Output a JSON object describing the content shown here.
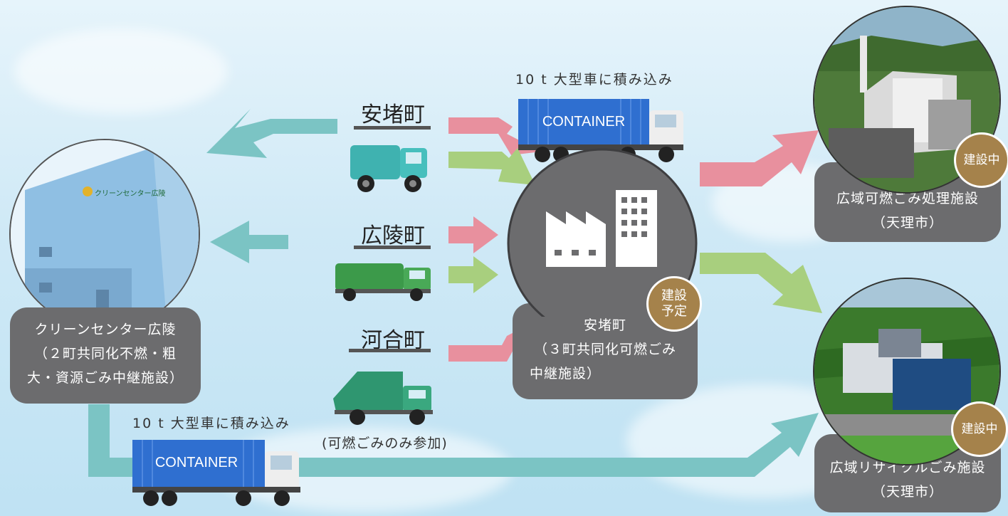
{
  "towns": [
    "安堵町",
    "広陵町",
    "河合町"
  ],
  "left_facility": {
    "lines": [
      "クリーンセンター広陵",
      "（２町共同化不燃・粗",
      "大・資源ごみ中継施設）"
    ],
    "sign_text": "クリーンセンター広陵"
  },
  "center_facility": {
    "lines": [
      "安堵町",
      "（３町共同化可燃ごみ",
      "中継施設）"
    ],
    "badge": [
      "建設",
      "予定"
    ]
  },
  "right_top_facility": {
    "name": "広域可燃ごみ処理施設",
    "city": "（天理市）",
    "badge": "建設中"
  },
  "right_bottom_facility": {
    "name": "広域リサイクルごみ施設",
    "city": "（天理市）",
    "badge": "建設中"
  },
  "truck_caption_top": "10 t 大型車に積み込み",
  "truck_caption_bottom": "10 t 大型車に積み込み",
  "container_label": "CONTAINER",
  "kawai_note": "(可燃ごみのみ参加)",
  "colors": {
    "teal": "#7bc4c4",
    "pink": "#e8909e",
    "green": "#a8cf7e",
    "box_gray": "#6c6c6e",
    "badge_brown": "#a5824b",
    "container_blue": "#2f6fd0"
  }
}
